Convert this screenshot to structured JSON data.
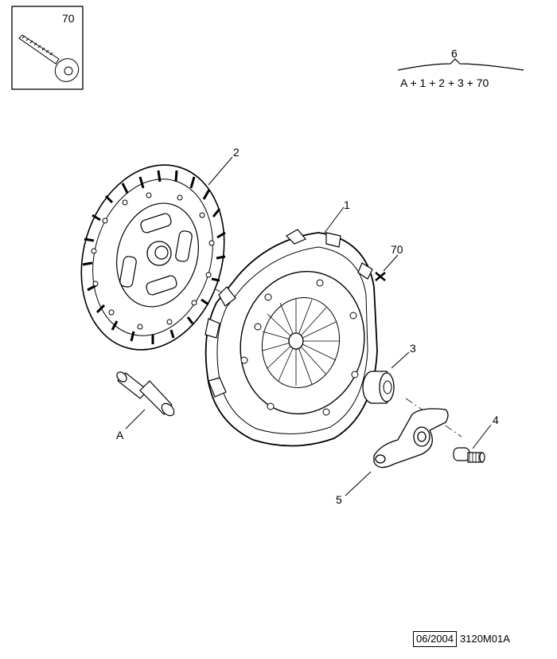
{
  "inset": {
    "part_number": "70"
  },
  "kit": {
    "number": "6",
    "formula": "A + 1 + 2 + 3 + 70"
  },
  "callouts": {
    "pressure_plate": "1",
    "clutch_disc": "2",
    "release_bearing": "3",
    "pivot_pin": "4",
    "release_fork": "5",
    "screw": "70",
    "alignment_tool": "A"
  },
  "footer": {
    "date": "06/2004",
    "code": "3120M01A"
  }
}
